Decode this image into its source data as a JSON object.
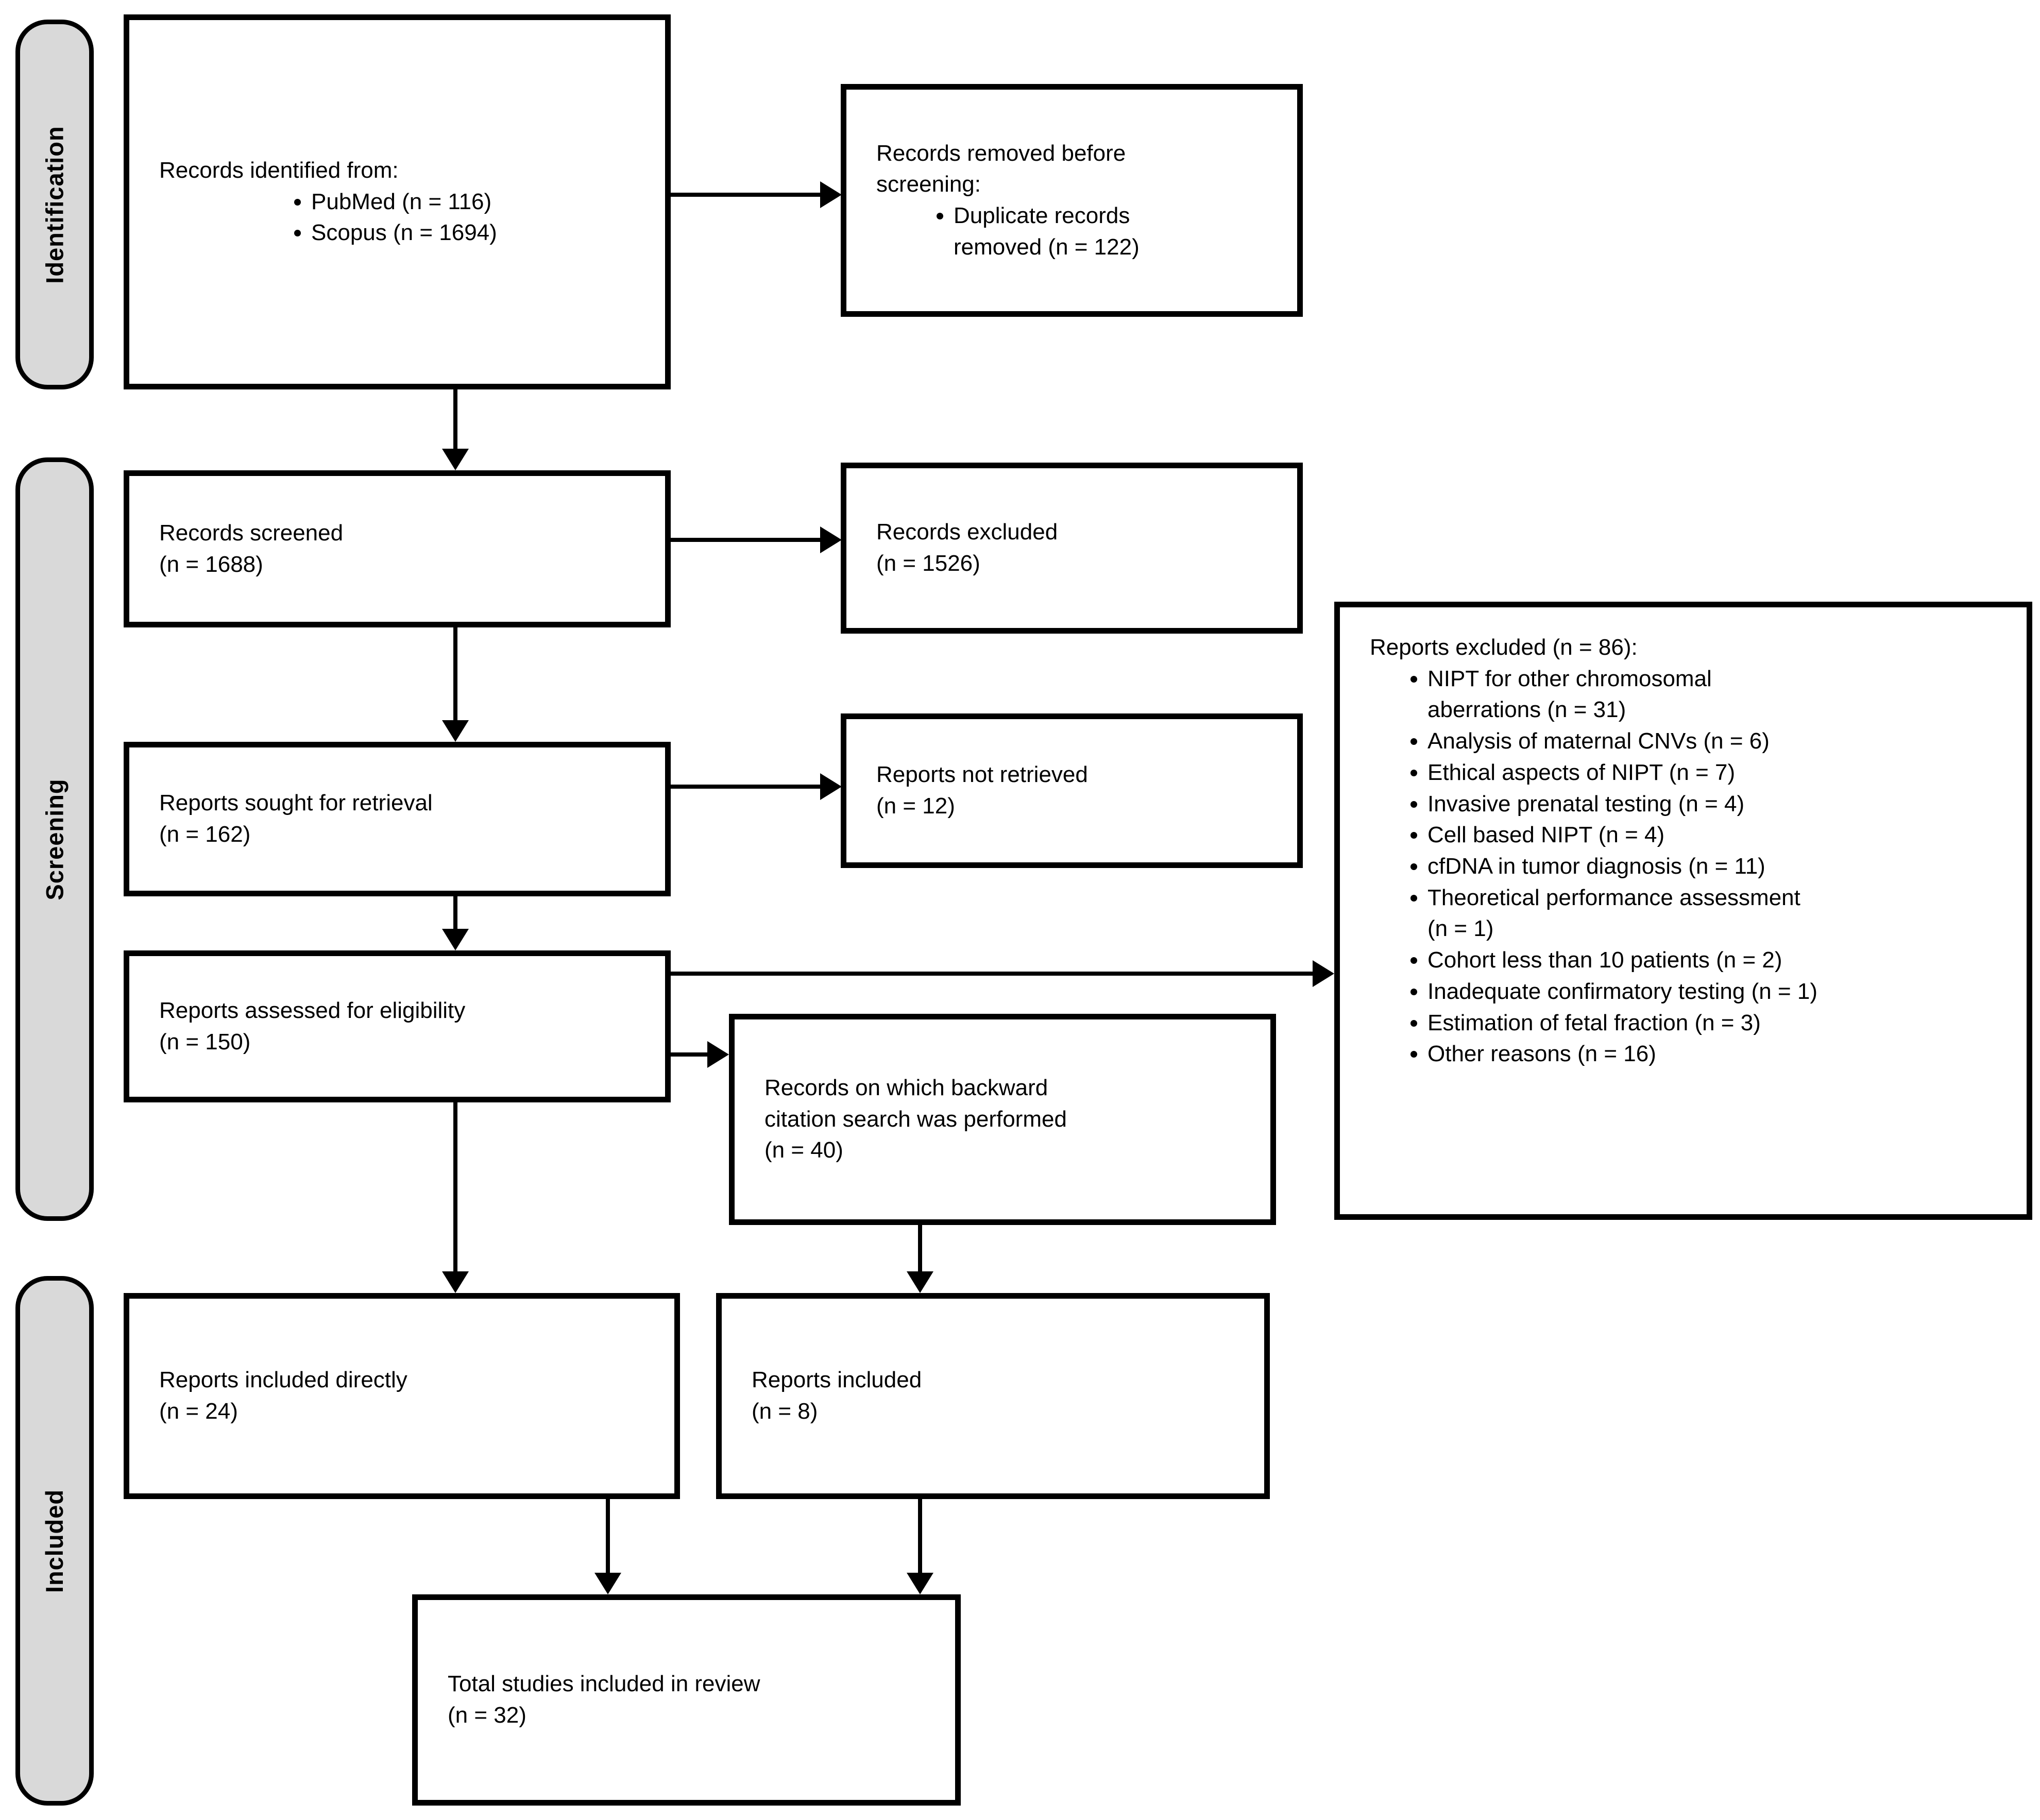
{
  "figure": {
    "type": "prisma-flow-diagram",
    "colors": {
      "band_fill": "#d9d9d9",
      "line": "#000000",
      "box_fill": "#ffffff",
      "text": "#000000"
    }
  },
  "sidebar_labels": {
    "identification": "Identification",
    "screening": "Screening",
    "included": "Included"
  },
  "boxes": {
    "records_identified": {
      "title": "Records identified from:",
      "bullets": [
        "PubMed (n = 116)",
        "Scopus (n = 1694)"
      ]
    },
    "records_removed": {
      "title": "Records removed before\nscreening:",
      "bullets": [
        "Duplicate records\nremoved (n = 122)"
      ]
    },
    "records_screened": {
      "label": "Records screened",
      "count": "(n = 1688)"
    },
    "records_excluded": {
      "label": "Records excluded",
      "count": "(n = 1526)"
    },
    "reports_sought": {
      "label": "Reports sought for retrieval",
      "count": "(n = 162)"
    },
    "reports_not_retrieved": {
      "label": "Reports not retrieved",
      "count": "(n = 12)"
    },
    "reports_assessed": {
      "label": "Reports assessed for eligibility",
      "count": "(n = 150)"
    },
    "reports_excluded_list": {
      "title": "Reports excluded (n = 86):",
      "bullets": [
        "NIPT for other chromosomal\naberrations (n = 31)",
        "Analysis of maternal CNVs (n = 6)",
        "Ethical aspects of NIPT (n = 7)",
        "Invasive prenatal testing (n = 4)",
        "Cell based NIPT (n = 4)",
        "cfDNA in tumor diagnosis (n = 11)",
        "Theoretical performance assessment\n(n = 1)",
        "Cohort less than 10 patients (n = 2)",
        "Inadequate confirmatory testing (n = 1)",
        "Estimation of fetal fraction (n = 3)",
        "Other reasons (n = 16)"
      ]
    },
    "backward_citation": {
      "label": "Records on which backward\ncitation search was performed",
      "count": "(n = 40)"
    },
    "reports_included_directly": {
      "label": "Reports included directly",
      "count": "(n = 24)"
    },
    "reports_included": {
      "label": "Reports included",
      "count": "(n = 8)"
    },
    "total_studies": {
      "label": "Total studies included in review",
      "count": "(n = 32)"
    }
  }
}
